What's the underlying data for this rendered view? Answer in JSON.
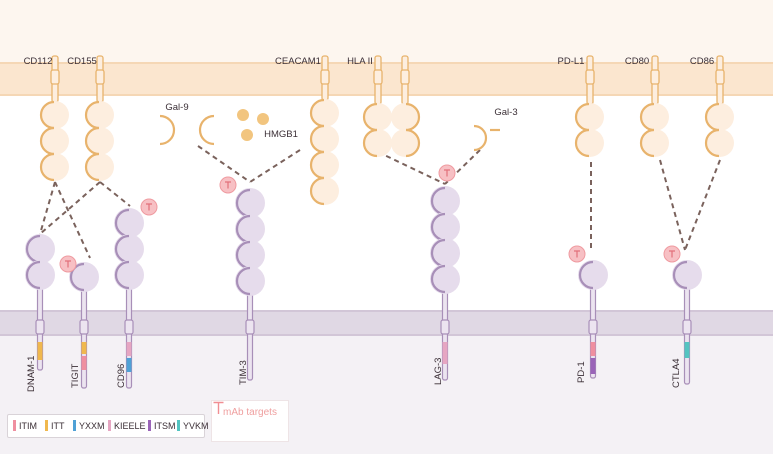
{
  "labels": {
    "cd112": "CD112",
    "cd155": "CD155",
    "ceacam1": "CEACAM1",
    "hla2": "HLA II",
    "pdl1": "PD-L1",
    "cd80": "CD80",
    "cd86": "CD86",
    "gal9": "Gal-9",
    "hmgb1": "HMGB1",
    "gal3": "Gal-3",
    "dnam1": "DNAM-1",
    "tigit": "TIGIT",
    "cd96": "CD96",
    "tim3": "TIM-3",
    "lag3": "LAG-3",
    "pd1": "PD-1",
    "ctla4": "CTLA4"
  },
  "legend": {
    "itim": "ITIM",
    "itt": "ITT",
    "yxxm": "YXXM",
    "kieele": "KIEELE",
    "itsm": "ITSM",
    "yvkm": "YVKM"
  },
  "mab": {
    "title": "mAb targets"
  },
  "colors": {
    "top_membrane": "#fbe6cf",
    "ligand_fill": "#fdeedf",
    "ligand_stroke": "#e8b36c",
    "receptor_fill": "#e6dcec",
    "receptor_stroke": "#a88fb8",
    "bottom_membrane": "#ddd5e1",
    "itim": "#ef8fa0",
    "itt": "#f0b84e",
    "yxxm": "#4fa1d6",
    "kieele": "#e6a6c2",
    "itsm": "#9a64b8",
    "yvkm": "#53c4c1",
    "mab": "#f18e93",
    "dash": "#7a625c"
  },
  "icons": [
    "mab-target-icon",
    "ligand-icon",
    "receptor-icon",
    "galectin-icon",
    "hmgb1-icon"
  ]
}
